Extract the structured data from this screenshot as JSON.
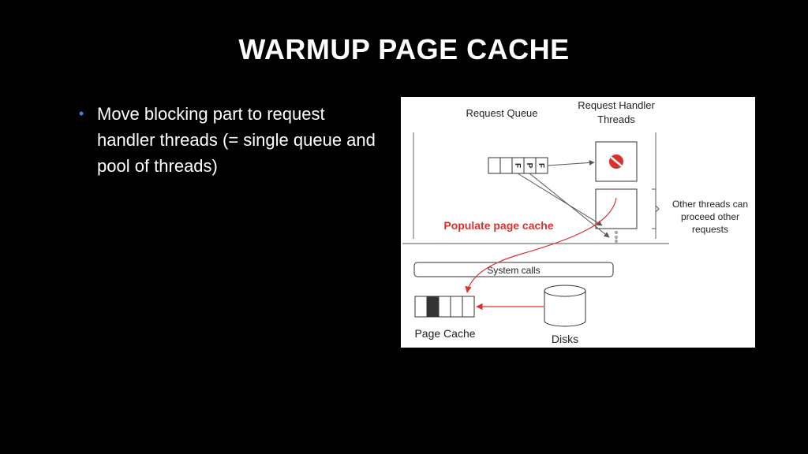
{
  "slide": {
    "title": "WARMUP PAGE CACHE",
    "bullets": [
      "Move blocking part to request handler threads (= single queue and pool of threads)"
    ]
  },
  "diagram": {
    "request_queue_label": "Request Queue",
    "handler_label_line1": "Request Handler",
    "handler_label_line2": "Threads",
    "queue_cells": [
      "",
      "F",
      "P",
      "F"
    ],
    "populate_label": "Populate page cache",
    "other_threads_line1": "Other threads can",
    "other_threads_line2": "proceed other",
    "other_threads_line3": "requests",
    "system_calls_label": "System calls",
    "page_cache_label": "Page Cache",
    "disks_label": "Disks"
  },
  "colors": {
    "background": "#000000",
    "title_text": "#ffffff",
    "bullet_marker": "#4a7fe0",
    "accent_red": "#d9312b",
    "diagram_bg": "#ffffff"
  }
}
